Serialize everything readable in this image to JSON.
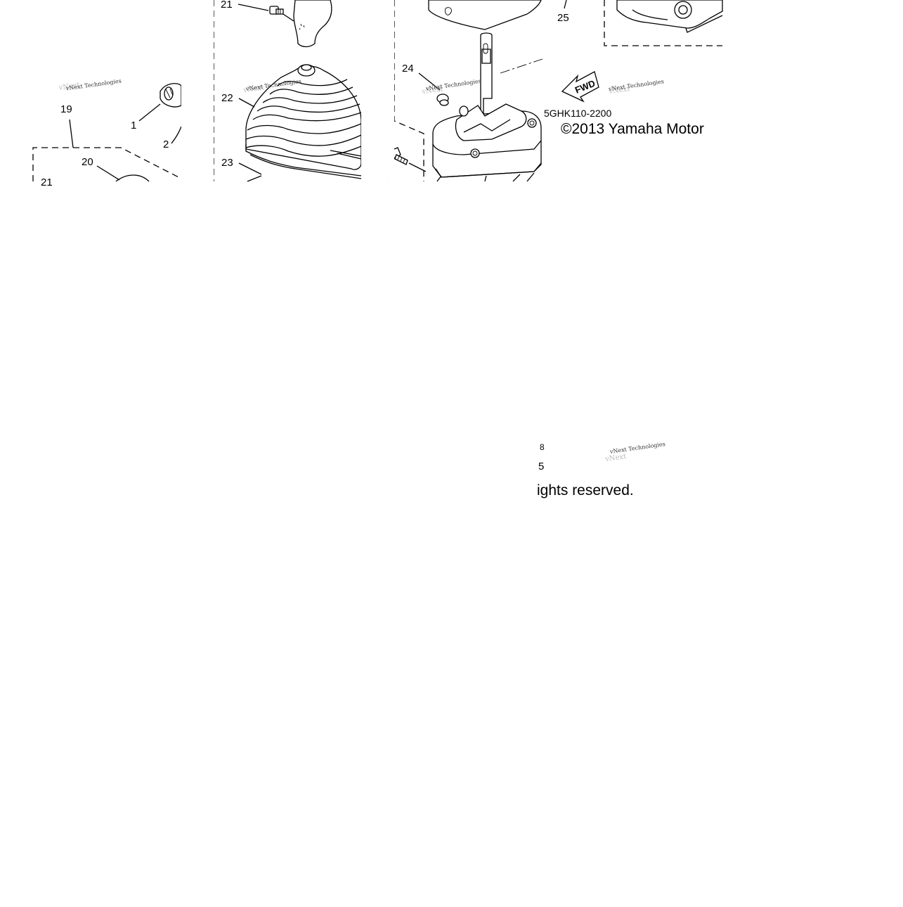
{
  "diagram": {
    "callouts": {
      "c1": "1",
      "c2": "2",
      "c19": "19",
      "c20": "20",
      "c21": "21",
      "c22": "22",
      "c23": "23",
      "c24": "24",
      "c25": "25"
    },
    "direction_arrow": "FWD",
    "part_code": "5GHK110-2200",
    "copyright_line1": "©2013 Yamaha Motor",
    "copyright_line2_fragment": "ights reserved.",
    "lower_fragments": {
      "f1": "8",
      "f2": "5"
    },
    "watermark": {
      "line": "vNext Technologies"
    }
  }
}
